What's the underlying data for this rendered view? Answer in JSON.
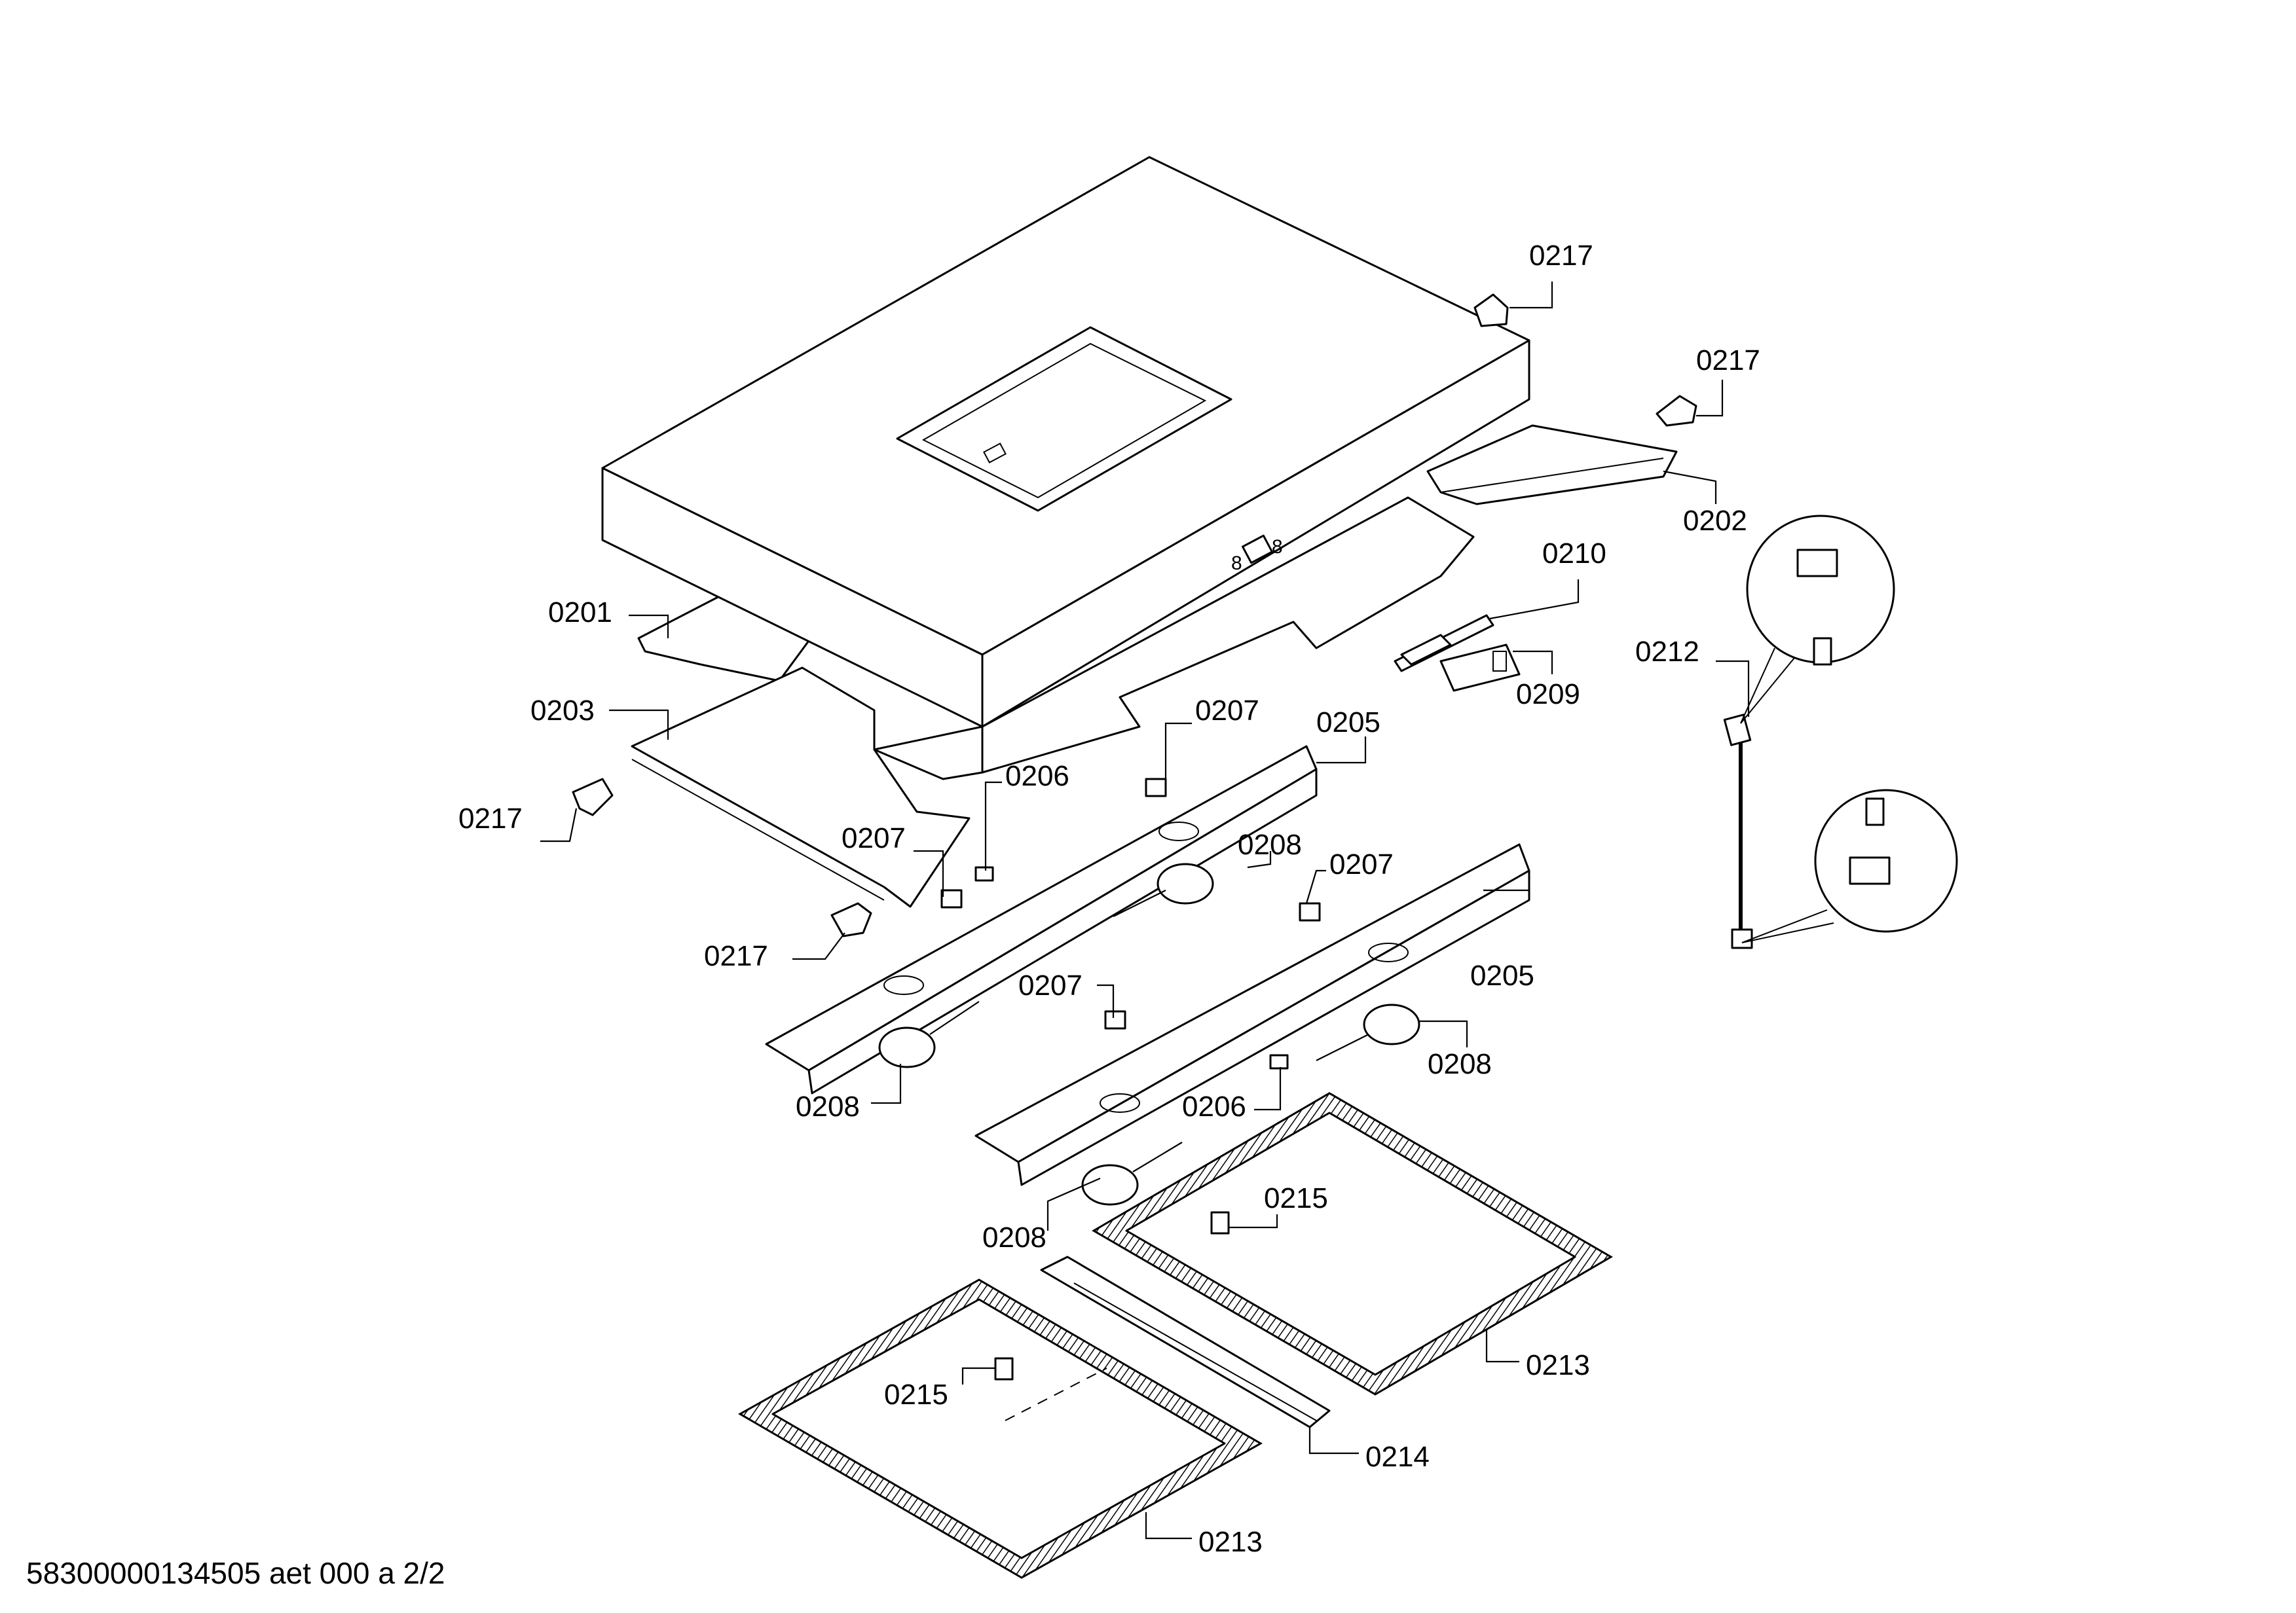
{
  "footer": "58300000134505 aet 000 a 2/2",
  "labels": {
    "l0217_a": "0217",
    "l0217_b": "0217",
    "l0202": "0202",
    "l0210": "0210",
    "l0201": "0201",
    "l0212": "0212",
    "l0209": "0209",
    "l0203": "0203",
    "l0207_a": "0207",
    "l0205_a": "0205",
    "l0206_a": "0206",
    "l0217_c": "0217",
    "l0207_b": "0207",
    "l0208_a": "0208",
    "l0207_c": "0207",
    "l0217_d": "0217",
    "l0205_b": "0205",
    "l0207_d": "0207",
    "l0208_b": "0208",
    "l0206_b": "0206",
    "l0208_c": "0208",
    "l0215_a": "0215",
    "l0208_d": "0208",
    "l0213_a": "0213",
    "l0215_b": "0215",
    "l0214": "0214",
    "l0213_b": "0213"
  }
}
